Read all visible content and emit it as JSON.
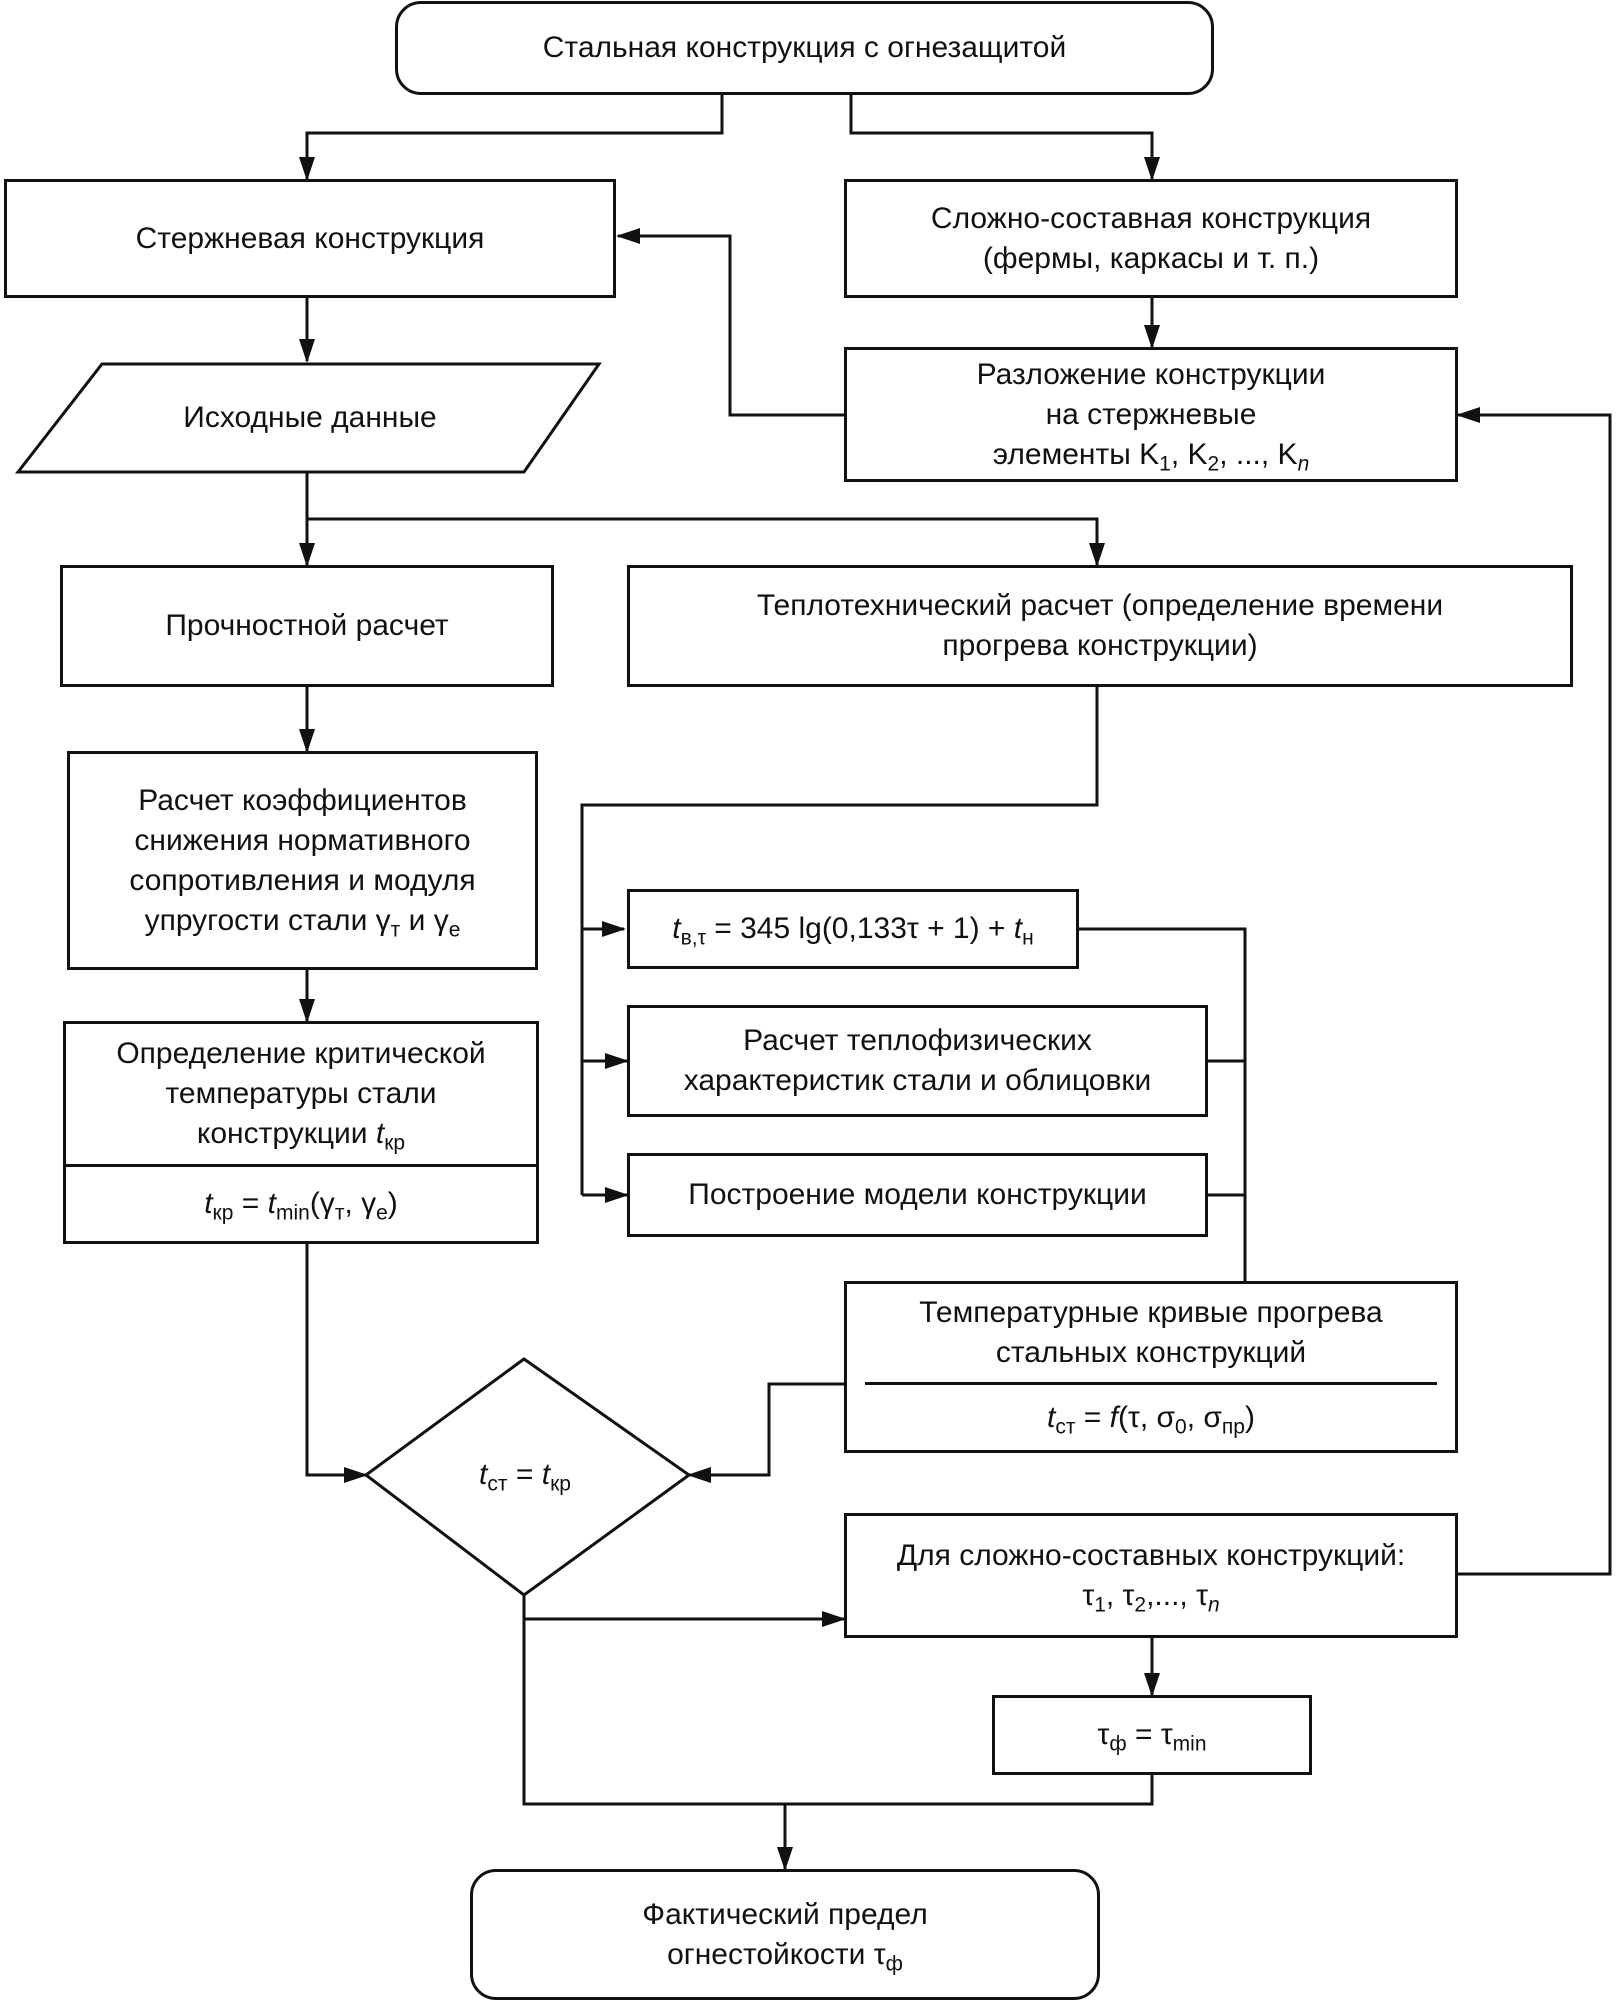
{
  "nodes": {
    "top": "Стальная конструкция с огнезащитой",
    "rod": "Стержневая конструкция",
    "complex": [
      "Сложно-составная конструкция",
      "(фермы, каркасы и т. п.)"
    ],
    "decomp": [
      "Разложение конструкции",
      "на стержневые"
    ],
    "decomp_line3": {
      "prefix": "элементы ",
      "sym": "K",
      "i1": "1",
      "i2": "2",
      "sep1": ", ",
      "sep2": ", ..., ",
      "in": "n"
    },
    "input": "Исходные данные",
    "strength": "Прочностной расчет",
    "thermal": [
      "Теплотехнический расчет (определение времени",
      "прогрева конструкции)"
    ],
    "coef": [
      "Расчет коэффициентов",
      "снижения нормативного",
      "сопротивления и модуля"
    ],
    "coef_line4": {
      "text": "упругости стали ",
      "g1": "γ",
      "g1sub": "т",
      "and": " и ",
      "g2": "γ",
      "g2sub": "e"
    },
    "formula_tv": {
      "t": "t",
      "sub": "в,τ",
      "body": " = 345 lg(0,133τ + 1) + ",
      "t2": "t",
      "sub2": "н"
    },
    "thermo_phys": [
      "Расчет теплофизических",
      "характеристик стали и облицовки"
    ],
    "model": "Построение модели конструкции",
    "crit": [
      "Определение критической",
      "температуры стали"
    ],
    "crit_line3": {
      "text": "конструкции ",
      "t": "t",
      "sub": "кр"
    },
    "crit_formula": {
      "t": "t",
      "sub": "кр",
      "eq": " = ",
      "t2": "t",
      "sub2": "min",
      "open": "(γ",
      "s1": "т",
      "comma": ", γ",
      "s2": "e",
      "close": ")"
    },
    "curves": [
      "Температурные кривые прогрева",
      "стальных конструкций"
    ],
    "curves_formula": {
      "t": "t",
      "sub": "ст",
      "eq": " = ",
      "f": "f",
      "args": "(τ, σ",
      "s0": "0",
      "comma": ", σ",
      "spr": "пр",
      "close": ")"
    },
    "decision": {
      "t": "t",
      "sub": "ст",
      "eq": " = ",
      "t2": "t",
      "sub2": "кр"
    },
    "complex_tau": "Для сложно-составных конструкций:",
    "complex_tau_line2": {
      "tau": "τ",
      "s1": "1",
      "c1": ", τ",
      "s2": "2",
      "c2": ",..., τ",
      "sn": "n"
    },
    "tau_min": {
      "tau": "τ",
      "sub": "ф",
      "eq": " = τ",
      "sub2": "min"
    },
    "result": "Фактический предел",
    "result_line2": {
      "text": "огнестойкости ",
      "tau": "τ",
      "sub": "ф"
    }
  }
}
